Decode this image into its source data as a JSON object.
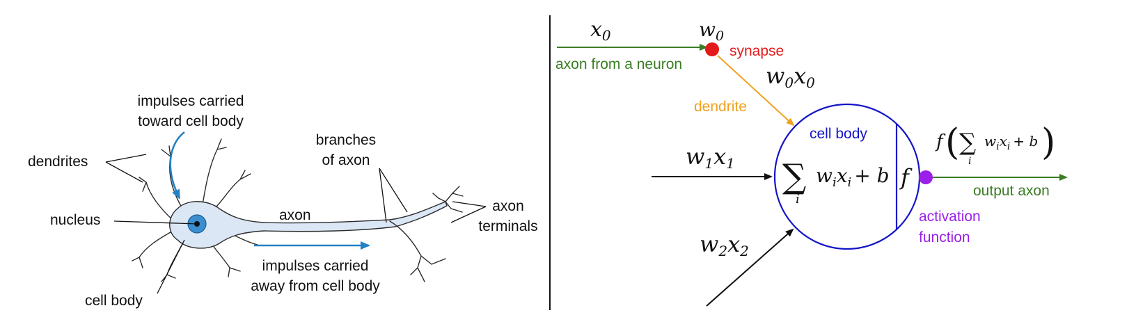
{
  "colors": {
    "black": "#111111",
    "neuron_fill": "#dbe7f5",
    "neuron_stroke": "#2b2b2b",
    "nucleus": "#3b8fd0",
    "impulse_arrow": "#2481c4",
    "green": "#3a7d24",
    "red": "#e41a1a",
    "orange": "#f0a21e",
    "blue": "#1414c8",
    "purple": "#9b1fe8"
  },
  "left": {
    "dendrites": "dendrites",
    "impulses_toward_1": "impulses carried",
    "impulses_toward_2": "toward cell body",
    "nucleus": "nucleus",
    "cell_body": "cell body",
    "axon": "axon",
    "branches_1": "branches",
    "branches_2": "of axon",
    "terminals_1": "axon",
    "terminals_2": "terminals",
    "impulses_away_1": "impulses carried",
    "impulses_away_2": "away from cell body"
  },
  "right": {
    "x0_base": "x",
    "x0_sub": "0",
    "w0_base": "w",
    "w0_sub": "0",
    "synapse": "synapse",
    "axon_from": "axon from a neuron",
    "w0x0_w": "w",
    "w0x0_w_sub": "0",
    "w0x0_x": "x",
    "w0x0_x_sub": "0",
    "dendrite": "dendrite",
    "cell_body": "cell body",
    "w1x1_w": "w",
    "w1x1_w_sub": "1",
    "w1x1_x": "x",
    "w1x1_x_sub": "1",
    "w2x2_w": "w",
    "w2x2_w_sub": "2",
    "w2x2_x": "x",
    "w2x2_x_sub": "2",
    "sum_symbol": "∑",
    "sum_index": "i",
    "sum_expr_w": "w",
    "sum_expr_w_sub": "i",
    "sum_expr_x": "x",
    "sum_expr_x_sub": "i",
    "sum_expr_b": "+ b",
    "f": "f",
    "output_f": "f",
    "output_lparen": "(",
    "output_sum": "∑",
    "output_index": "i",
    "output_w": "w",
    "output_w_sub": "i",
    "output_x": "x",
    "output_x_sub": "i",
    "output_plus_b": "+ b",
    "output_rparen": ")",
    "output_axon": "output axon",
    "activation_1": "activation",
    "activation_2": "function"
  }
}
